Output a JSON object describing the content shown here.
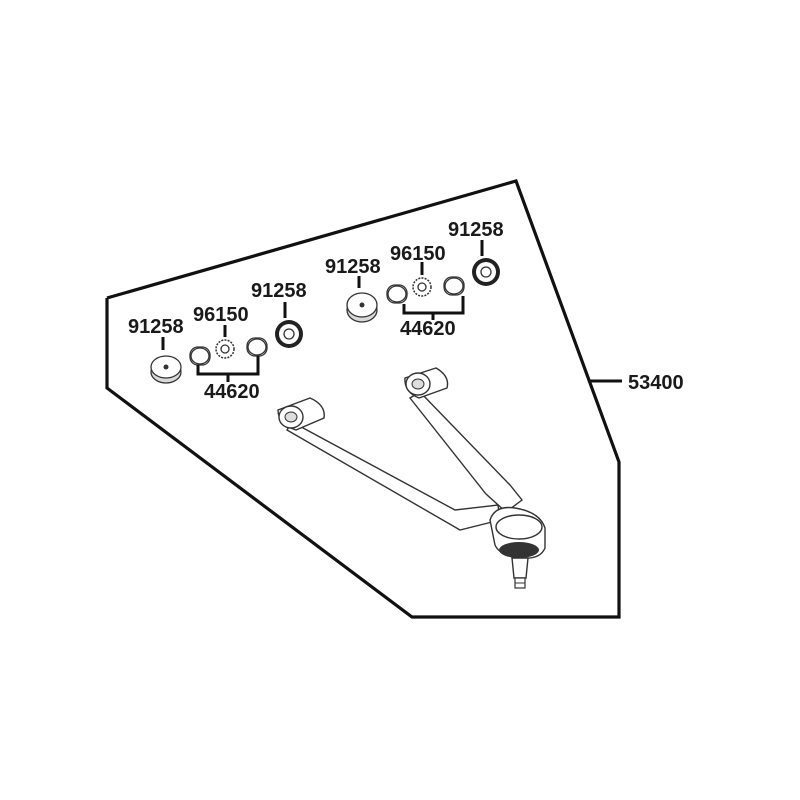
{
  "colors": {
    "line": "#111111",
    "part_fill": "#ffffff",
    "part_shade": "#d9d9d9"
  },
  "assembly": {
    "part_number": "53400"
  },
  "left_group": {
    "cap_outer": "91258",
    "washer": "96150",
    "seal": "91258",
    "bushings": "44620"
  },
  "right_group": {
    "cap_outer": "91258",
    "washer": "96150",
    "seal": "91258",
    "bushings": "44620"
  }
}
